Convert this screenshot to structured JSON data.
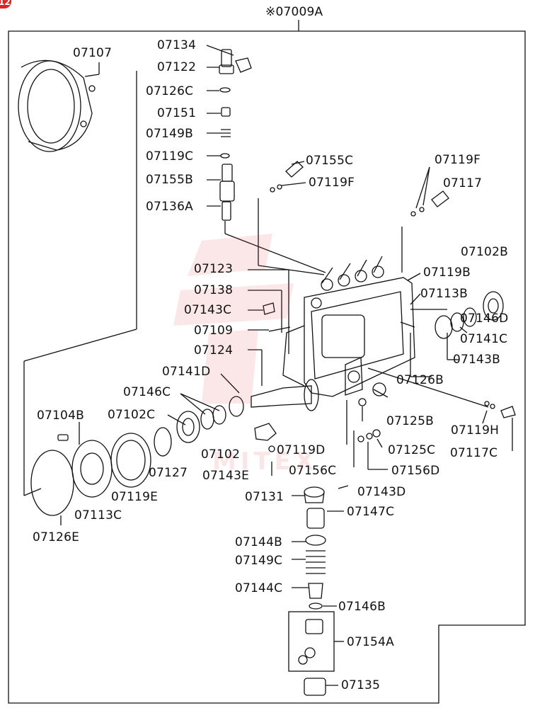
{
  "corner_badge": "12",
  "assembly_label": "※07009A",
  "watermark_text": "MITEX",
  "parts": {
    "p07107": "07107",
    "p07134": "07134",
    "p07122": "07122",
    "p07126C": "07126C",
    "p07151": "07151",
    "p07149B": "07149B",
    "p07119C": "07119C",
    "p07155B": "07155B",
    "p07136A": "07136A",
    "p07155C": "07155C",
    "p07119F_a": "07119F",
    "p07119F_b": "07119F",
    "p07117": "07117",
    "p07102B": "07102B",
    "p07123": "07123",
    "p07119B": "07119B",
    "p07138": "07138",
    "p07113B": "07113B",
    "p07143C": "07143C",
    "p07146D": "07146D",
    "p07109": "07109",
    "p07141C": "07141C",
    "p07124": "07124",
    "p07143B": "07143B",
    "p07141D": "07141D",
    "p07126B": "07126B",
    "p07146C": "07146C",
    "p07104B": "07104B",
    "p07102C": "07102C",
    "p07125B": "07125B",
    "p07119H": "07119H",
    "p07102": "07102",
    "p07119D": "07119D",
    "p07125C": "07125C",
    "p07117C": "07117C",
    "p07127": "07127",
    "p07143E": "07143E",
    "p07156C": "07156C",
    "p07156D": "07156D",
    "p07119E": "07119E",
    "p07131": "07131",
    "p07143D": "07143D",
    "p07113C": "07113C",
    "p07147C": "07147C",
    "p07126E": "07126E",
    "p07144B": "07144B",
    "p07149C": "07149C",
    "p07144C": "07144C",
    "p07146B": "07146B",
    "p07154A": "07154A",
    "p07135": "07135"
  }
}
